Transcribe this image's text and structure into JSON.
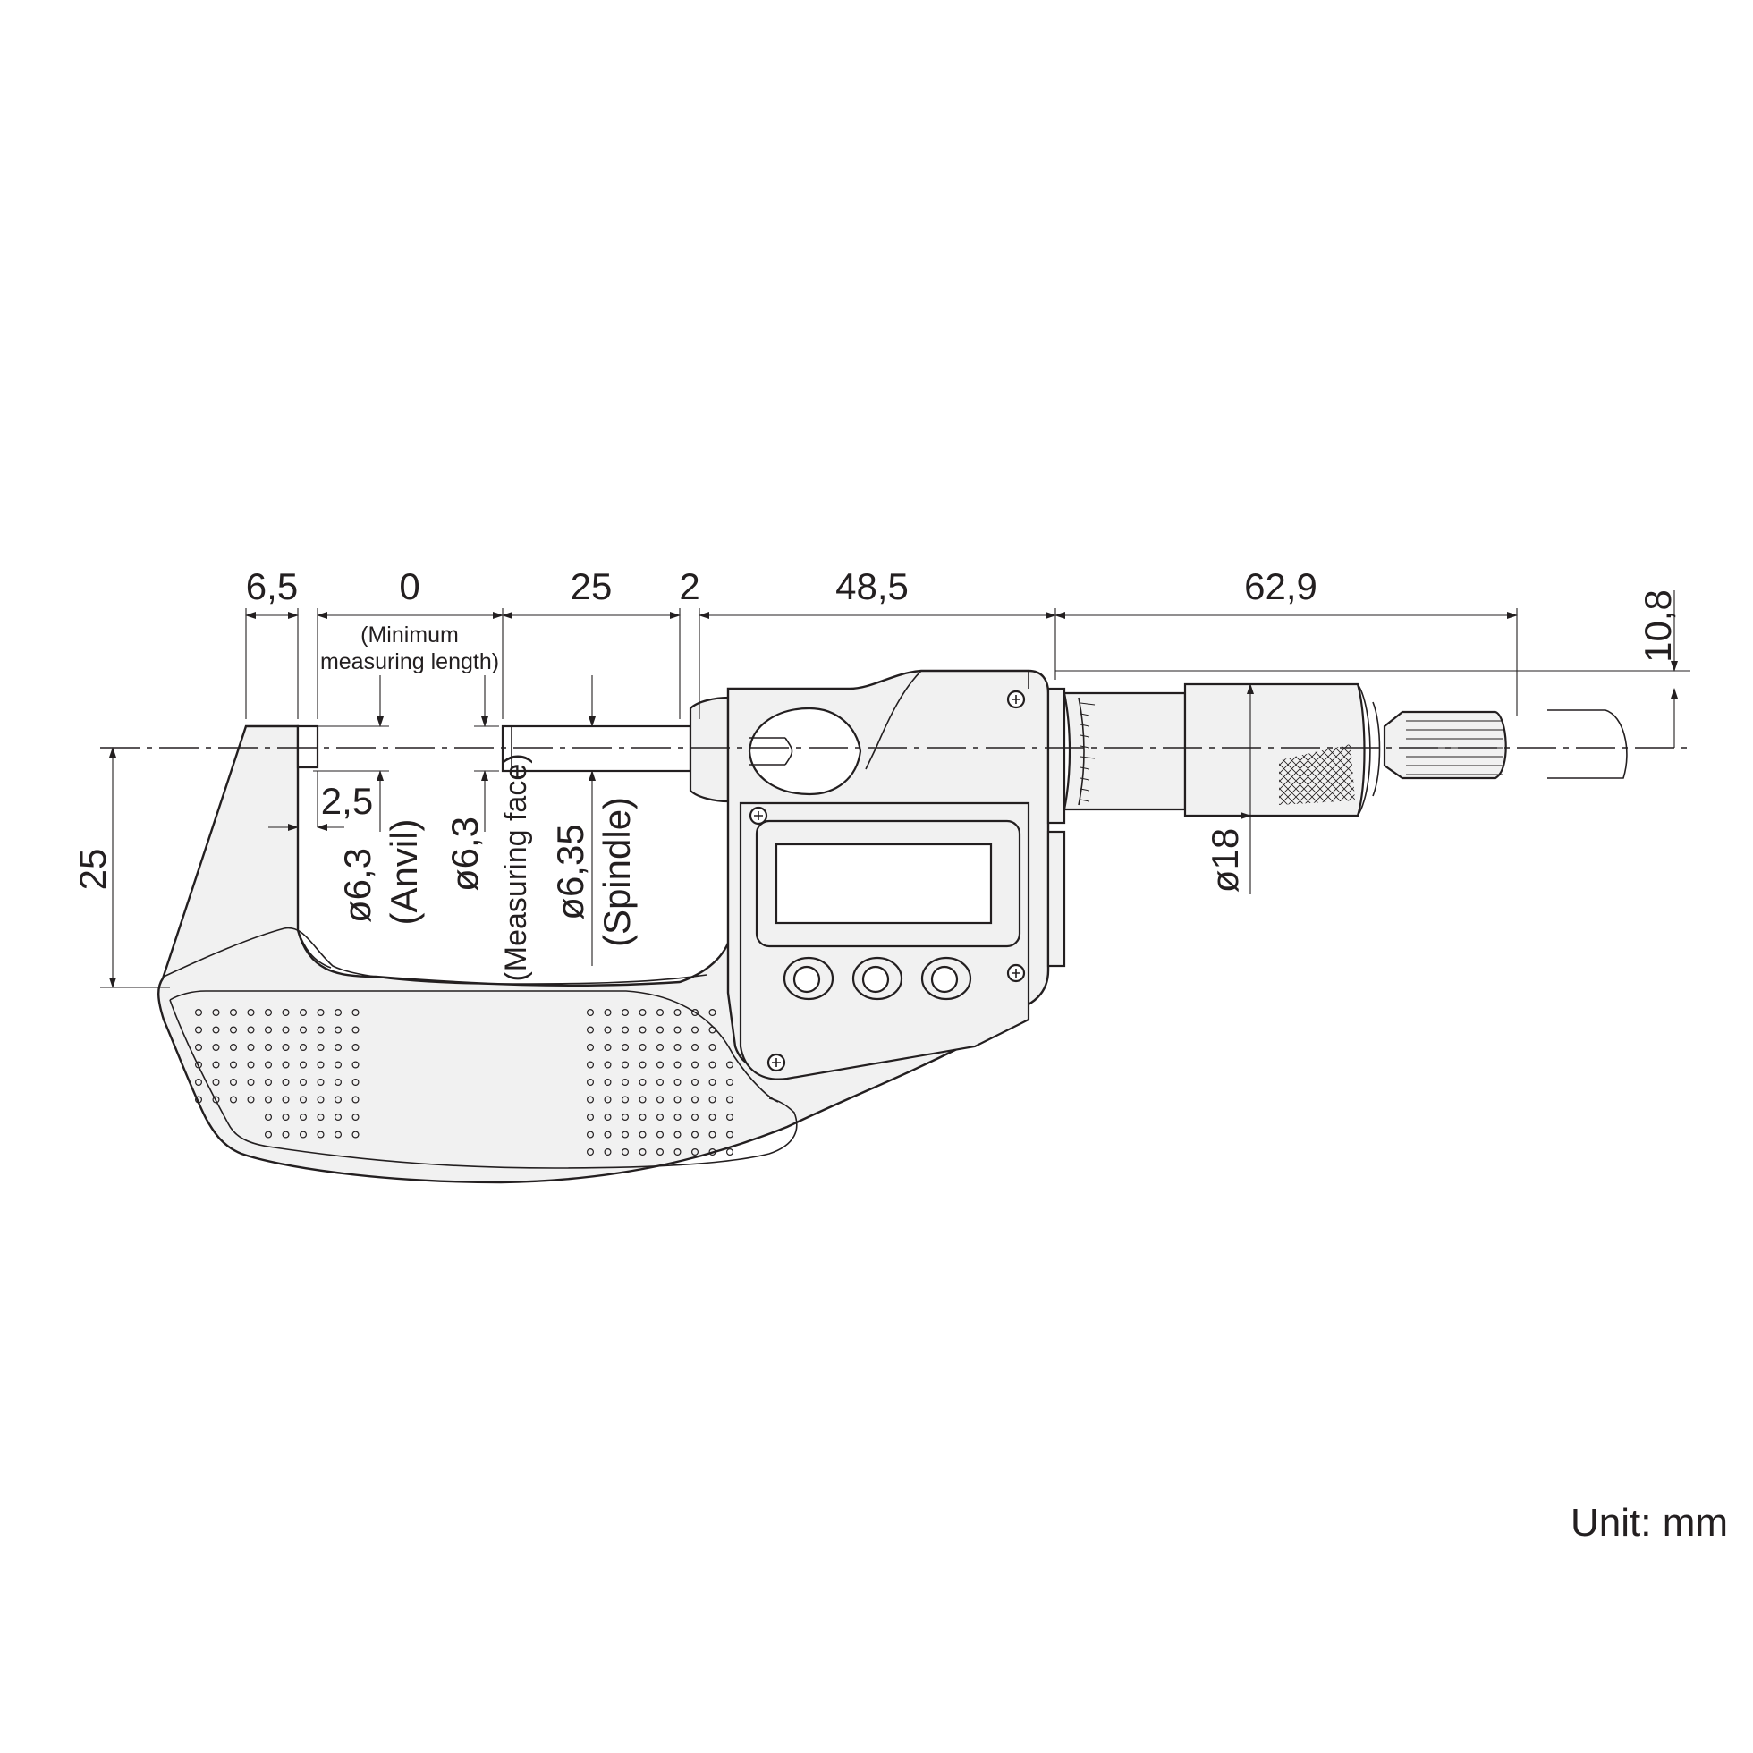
{
  "dimensions": {
    "anvil_length": "6,5",
    "min_length": "0",
    "min_length_note_1": "(Minimum",
    "min_length_note_2": "measuring length)",
    "range": "25",
    "gap": "2",
    "body_length": "48,5",
    "thimble_length": "62,9",
    "spindle_offset": "10,8",
    "anvil_step": "2,5",
    "anvil_dia": "ø6,3",
    "anvil_label": "(Anvil)",
    "face_dia": "ø6,3",
    "face_label": "(Measuring face)",
    "spindle_dia": "ø6,35",
    "spindle_label": "(Spindle)",
    "throat_depth": "25",
    "thimble_dia": "ø18"
  },
  "unit": "Unit: mm",
  "colors": {
    "line": "#231f20",
    "body": "#f1f1f1"
  }
}
